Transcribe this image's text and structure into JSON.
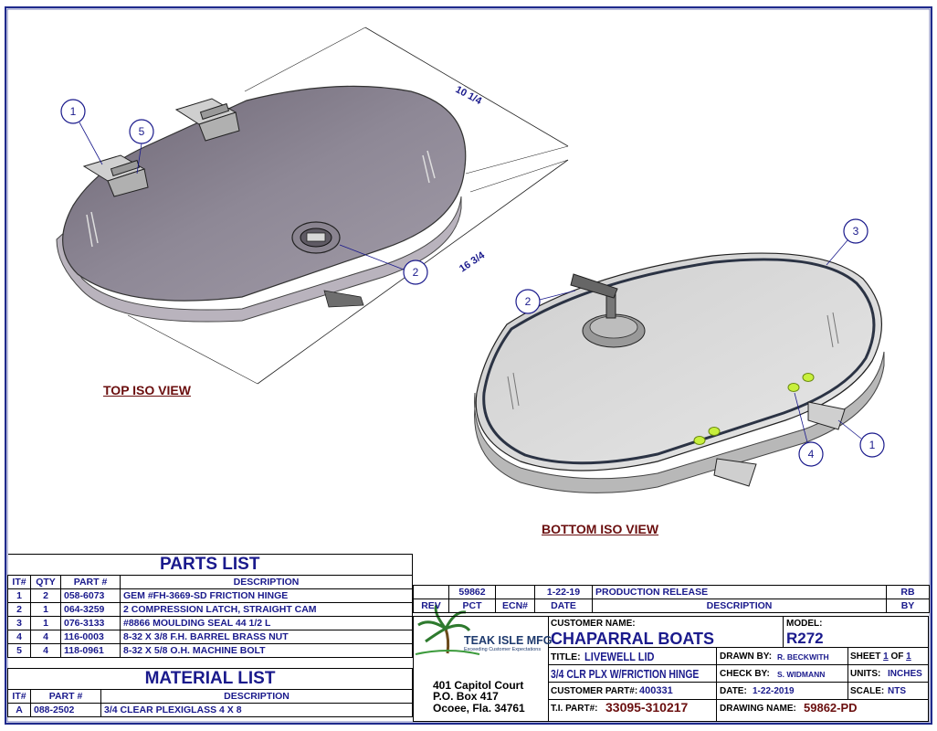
{
  "views": {
    "top_iso": "TOP ISO VIEW",
    "bottom_iso": "BOTTOM ISO VIEW"
  },
  "dimensions": {
    "width": "10 1/4",
    "length": "16 3/4"
  },
  "balloons": {
    "top": [
      "1",
      "5",
      "2"
    ],
    "bottom": [
      "3",
      "2",
      "1",
      "4"
    ]
  },
  "parts_list": {
    "title": "PARTS LIST",
    "headers": [
      "IT#",
      "QTY",
      "PART #",
      "DESCRIPTION"
    ],
    "rows": [
      [
        "1",
        "2",
        "058-6073",
        "GEM #FH-3669-SD FRICTION HINGE"
      ],
      [
        "2",
        "1",
        "064-3259",
        "2 COMPRESSION LATCH, STRAIGHT CAM"
      ],
      [
        "3",
        "1",
        "076-3133",
        "#8866 MOULDING SEAL 44 1/2 L"
      ],
      [
        "4",
        "4",
        "116-0003",
        "8-32 X 3/8 F.H. BARREL BRASS NUT"
      ],
      [
        "5",
        "4",
        "118-0961",
        "8-32 X 5/8 O.H. MACHINE BOLT"
      ]
    ]
  },
  "material_list": {
    "title": "MATERIAL LIST",
    "headers": [
      "IT#",
      "PART #",
      "DESCRIPTION"
    ],
    "rows": [
      [
        "A",
        "088-2502",
        "3/4 CLEAR PLEXIGLASS 4 X 8"
      ]
    ]
  },
  "revision": {
    "row": [
      "",
      "59862",
      "",
      "1-22-19",
      "PRODUCTION RELEASE",
      "RB"
    ],
    "headers": [
      "REV",
      "PCT",
      "ECN#",
      "DATE",
      "DESCRIPTION",
      "BY"
    ]
  },
  "company": {
    "name": "TEAK ISLE MFG",
    "tagline": "Exceeding Customer Expectations",
    "address1": "401 Capitol Court",
    "address2": "P.O. Box 417",
    "address3": "Ocoee, Fla. 34761"
  },
  "title_block": {
    "customer_label": "CUSTOMER NAME:",
    "customer": "CHAPARRAL  BOATS",
    "model_label": "MODEL:",
    "model": "R272",
    "title_label": "TITLE:",
    "title": "LIVEWELL LID",
    "title2": "3/4 CLR PLX W/FRICTION HINGE",
    "customer_part_label": "CUSTOMER PART#:",
    "customer_part": "400331",
    "ti_part_label": "T.I. PART#:",
    "ti_part": "33095-310217",
    "drawn_by_label": "DRAWN BY:",
    "drawn_by": "R. BECKWITH",
    "check_by_label": "CHECK BY:",
    "check_by": "S. WIDMANN",
    "date_label": "DATE:",
    "date": "1-22-2019",
    "drawing_name_label": "DRAWING NAME:",
    "drawing_name": "59862-PD",
    "sheet_label": "SHEET",
    "sheet_num": "1",
    "sheet_of": "OF",
    "sheet_total": "1",
    "units_label": "UNITS:",
    "units": "INCHES",
    "scale_label": "SCALE:",
    "scale": "NTS"
  }
}
